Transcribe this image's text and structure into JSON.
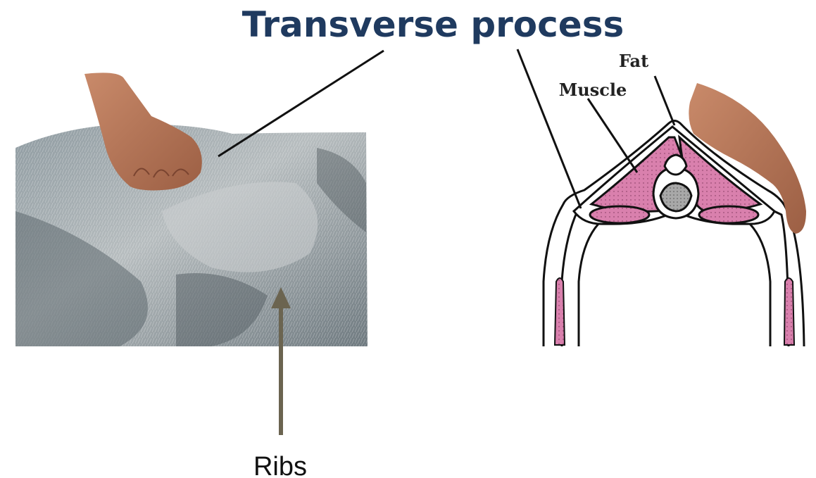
{
  "labels": {
    "title": "Transverse process",
    "fat": "Fat",
    "muscle": "Muscle",
    "ribs": "Ribs"
  },
  "colors": {
    "title": "#1f3a5f",
    "muscle_fill": "#d980ad",
    "ribs_arrow": "#6b6450",
    "bone": "#ffffff",
    "spinal_cord": "#a8a8a8"
  },
  "figures": {
    "left": "photo-of-hand-palpating-animal-back",
    "right": "cross-section-diagram-of-spine-with-hand"
  }
}
